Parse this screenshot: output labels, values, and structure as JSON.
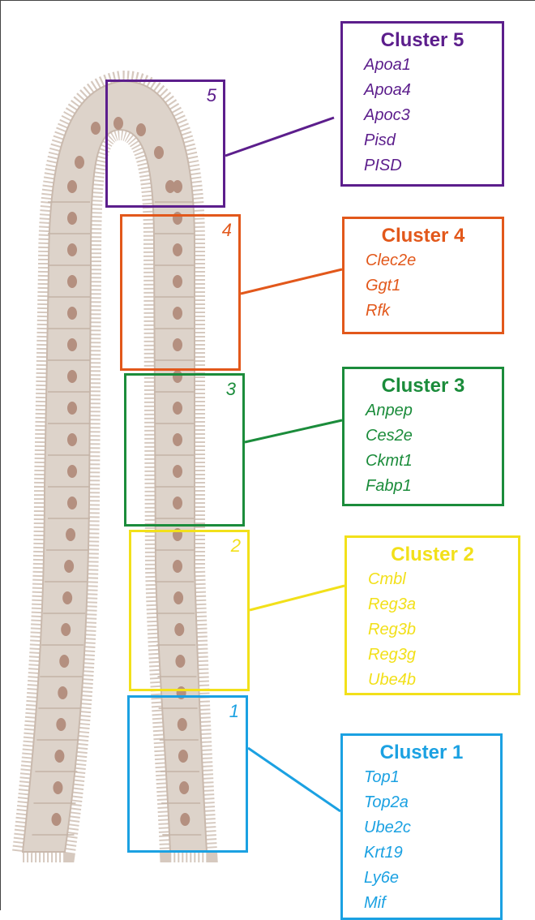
{
  "regions": [
    {
      "number": "1",
      "color": "#1ba1e2"
    },
    {
      "number": "2",
      "color": "#f2e01a"
    },
    {
      "number": "3",
      "color": "#1b8c3b"
    },
    {
      "number": "4",
      "color": "#e2581b"
    },
    {
      "number": "5",
      "color": "#5c1e8c"
    }
  ],
  "clusters": [
    {
      "title": "Cluster 5",
      "color": "#5c1e8c",
      "genes": [
        "Apoa1",
        "Apoa4",
        "Apoc3",
        "Pisd",
        "PISD"
      ]
    },
    {
      "title": "Cluster 4",
      "color": "#e2581b",
      "genes": [
        "Clec2e",
        "Ggt1",
        "Rfk"
      ]
    },
    {
      "title": "Cluster 3",
      "color": "#1b8c3b",
      "genes": [
        "Anpep",
        "Ces2e",
        "Ckmt1",
        "Fabp1"
      ]
    },
    {
      "title": "Cluster 2",
      "color": "#f2e01a",
      "genes": [
        "Cmbl",
        "Reg3a",
        "Reg3b",
        "Reg3g",
        "Ube4b"
      ]
    },
    {
      "title": "Cluster 1",
      "color": "#1ba1e2",
      "genes": [
        "Top1",
        "Top2a",
        "Ube2c",
        "Krt19",
        "Ly6e",
        "Mif"
      ]
    }
  ]
}
